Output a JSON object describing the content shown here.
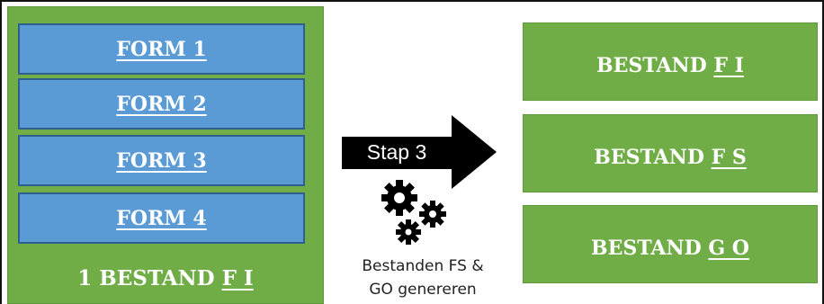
{
  "forms": [
    {
      "label": "FORM 1"
    },
    {
      "label": "FORM 2"
    },
    {
      "label": "FORM 3"
    },
    {
      "label": "FORM 4"
    }
  ],
  "source": {
    "prefix": "1 BESTAND ",
    "code": "F I"
  },
  "step": {
    "label": "Stap 3",
    "caption_line1": "Bestanden FS &",
    "caption_line2": "GO genereren"
  },
  "targets": [
    {
      "prefix": "BESTAND ",
      "code": "F I"
    },
    {
      "prefix": "BESTAND ",
      "code": "F S"
    },
    {
      "prefix": "BESTAND ",
      "code": "G O"
    }
  ],
  "colors": {
    "green": "#70ad47",
    "blue": "#5b9bd5",
    "arrow": "#000000"
  },
  "icons": {
    "process": "gears-icon",
    "direction": "right-arrow-icon"
  }
}
